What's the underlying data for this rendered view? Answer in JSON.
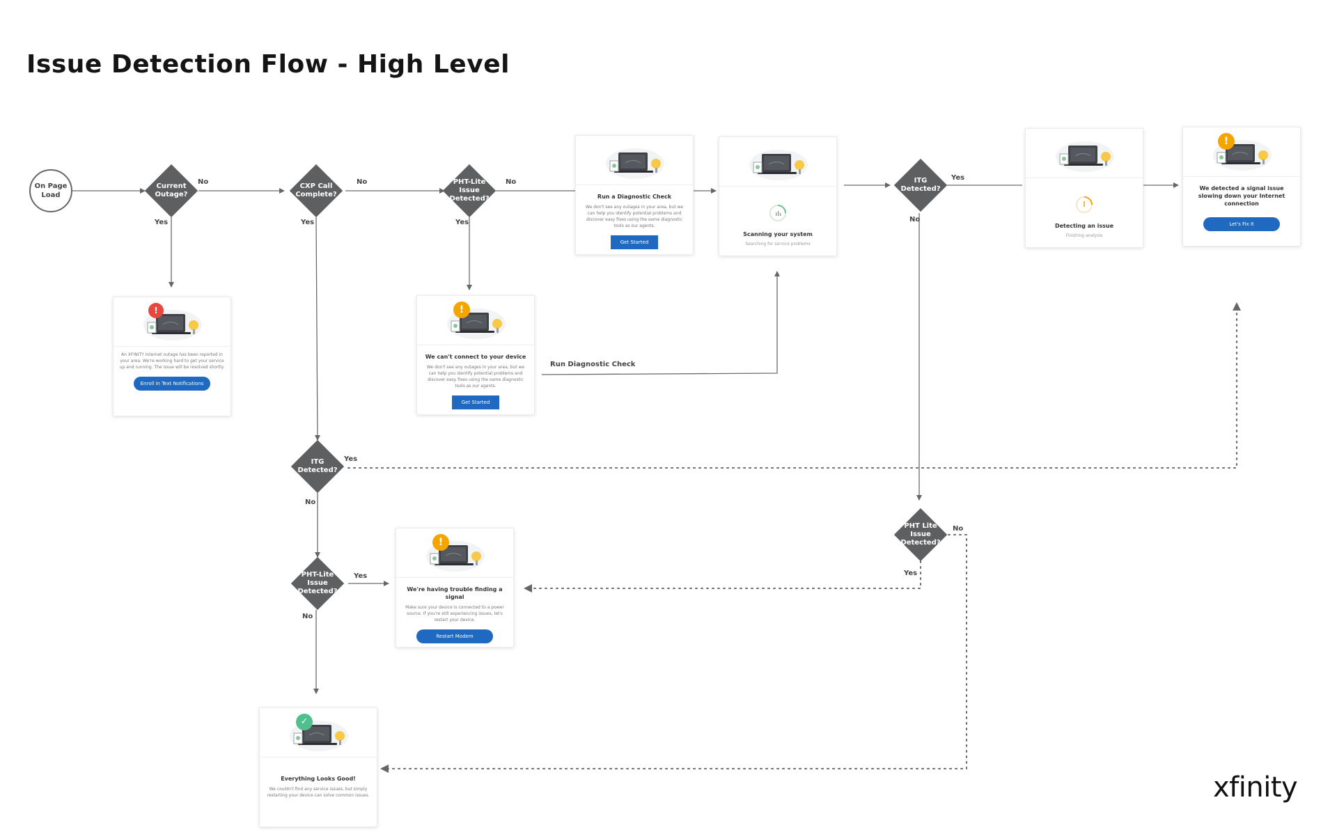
{
  "title": "Issue Detection Flow - High Level",
  "start_node": {
    "label": "On Page Load"
  },
  "decisions": {
    "current_outage": "Current Outage?",
    "cxp_call": "CXP Call Complete?",
    "pht_lite_1": "PHT-Lite Issue Detected?",
    "itg_top": "ITG Detected?",
    "itg_mid": "ITG Detected?",
    "pht_lite_mid": "PHT-Lite Issue Detected?",
    "pht_lite_right": "PHT Lite Issue Detected?"
  },
  "edge_labels": {
    "yes": "Yes",
    "no": "No",
    "run_diagnostic": "Run Diagnostic Check"
  },
  "cards": {
    "outage": {
      "badge": "!",
      "description": "An XFINITY Internet outage has been reported in your area. We're working hard to get your service up and running. The issue will be resolved shortly.",
      "button": "Enroll in Text Notifications"
    },
    "cant_connect": {
      "badge": "!",
      "title": "We can't connect to your device",
      "description": "We don't see any outages in your area, but we can help you identify potential problems and discover easy fixes using the same diagnostic tools as our agents.",
      "button": "Get Started"
    },
    "diagnostic": {
      "title": "Run a Diagnostic Check",
      "description": "We don't see any outages in your area, but we can help you identify potential problems and discover easy fixes using the same diagnostic tools as our agents.",
      "button": "Get Started"
    },
    "scanning": {
      "title": "Scanning your system",
      "subtitle": "Searching for service problems"
    },
    "detecting": {
      "title": "Detecting an issue",
      "subtitle": "Finishing analysis"
    },
    "signal_issue": {
      "badge": "!",
      "title": "We detected a signal issue slowing down your Internet connection",
      "button": "Let's Fix It"
    },
    "trouble_signal": {
      "badge": "!",
      "title": "We're having trouble finding a signal",
      "description": "Make sure your device is connected to a power source. If you're still experiencing issues, let's restart your device.",
      "button": "Restart Modem"
    },
    "all_good": {
      "badge": "✓",
      "title": "Everything Looks Good!",
      "description": "We couldn't find any service issues, but simply restarting your device can solve common issues."
    }
  },
  "colors": {
    "diamond": "#5e5f61",
    "button": "#1f69c1",
    "badge_red": "#e8473d",
    "badge_orange": "#f5a500",
    "badge_green": "#4fc08d"
  },
  "brand": "xfinity"
}
